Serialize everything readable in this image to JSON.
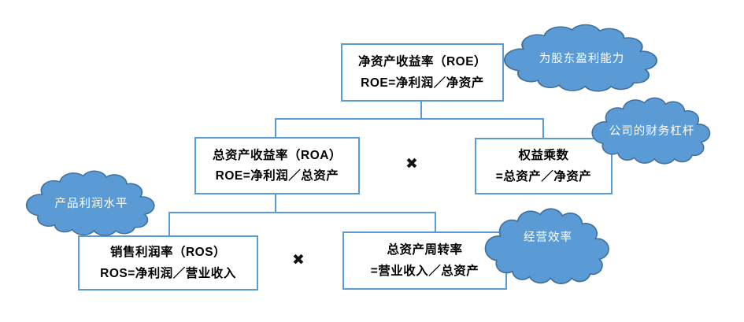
{
  "diagram": {
    "description": "DuPont ROE decomposition diagram",
    "boxes": {
      "roe": {
        "title": "净资产收益率（ROE）",
        "formula": "ROE=净利润／净资产"
      },
      "roa": {
        "title": "总资产收益率（ROA）",
        "formula": "ROE=净利润／总资产"
      },
      "equity": {
        "title": "权益乘数",
        "formula": "=总资产／净资产"
      },
      "ros": {
        "title": "销售利润率（ROS）",
        "formula": "ROS=净利润／营业收入"
      },
      "turnover": {
        "title": "总资产周转率",
        "formula": "=营业收入／总资产"
      }
    },
    "clouds": {
      "roe": {
        "label": "为股东盈利能力"
      },
      "equity": {
        "label": "公司的财务杠杆"
      },
      "ros": {
        "label": "产品利润水平"
      },
      "turnover": {
        "label": "经营效率"
      }
    },
    "operators": {
      "multiply": "✖"
    },
    "colors": {
      "box_border": "#5b9bd5",
      "connector": "#5b9bd5",
      "cloud_fill": "#5b9bd5",
      "cloud_stroke": "#41719c",
      "box_text": "#000000",
      "cloud_text": "#ffffff"
    }
  }
}
